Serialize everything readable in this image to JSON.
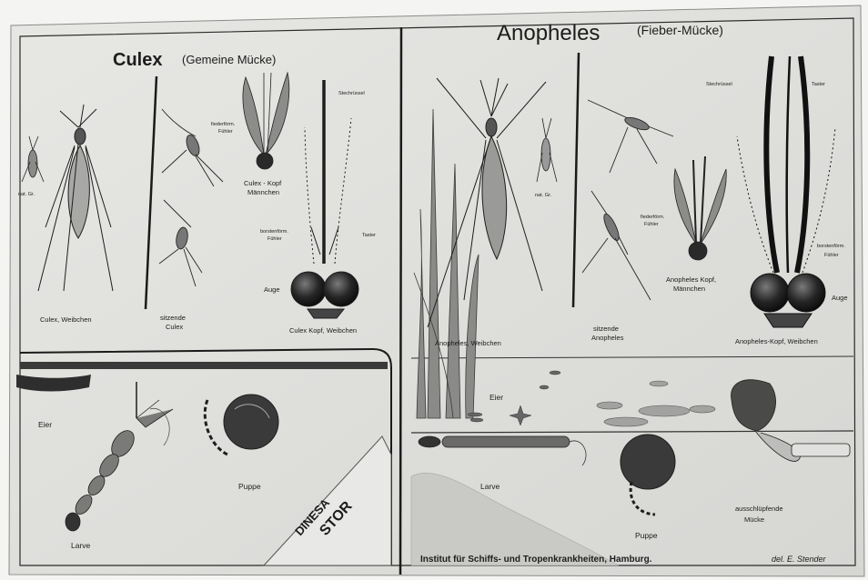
{
  "left_panel": {
    "title_main": "Culex",
    "title_sub": "(Gemeine Mücke)",
    "labels": {
      "nat_gr": "nat. Gr.",
      "female": "Culex, Weibchen",
      "sitting_1": "sitzende",
      "sitting_2": "Culex",
      "head_male_1": "Culex - Kopf",
      "head_male_2": "Männchen",
      "fiederform_1": "fiederförm.",
      "fiederform_2": "Fühler",
      "proboscis": "Stechrüssel",
      "bristle_1": "borstenförm.",
      "bristle_2": "Fühler",
      "palp": "Taster",
      "eye": "Auge",
      "head_female": "Culex Kopf, Weibchen",
      "eggs": "Eier",
      "larva": "Larve",
      "pupa": "Puppe"
    },
    "tin_text_1": "DINESA",
    "tin_text_2": "STOR"
  },
  "right_panel": {
    "title_main": "Anopheles",
    "title_sub": "(Fieber-Mücke)",
    "labels": {
      "proboscis": "Stechrüssel",
      "palp": "Taster",
      "nat_gr": "nat. Gr.",
      "fiederform_1": "fiederförm.",
      "fiederform_2": "Fühler",
      "head_male_1": "Anopheles Kopf,",
      "head_male_2": "Männchen",
      "bristle_1": "borstenförm.",
      "bristle_2": "Fühler",
      "eye": "Auge",
      "female": "Anopheles, Weibchen",
      "sitting_1": "sitzende",
      "sitting_2": "Anopheles",
      "head_female": "Anopheles-Kopf, Weibchen",
      "eggs": "Eier",
      "larva": "Larve",
      "pupa": "Puppe",
      "hatching_1": "ausschlüpfende",
      "hatching_2": "Mücke"
    }
  },
  "footer": {
    "institute": "Institut für Schiffs- und Tropenkrankheiten, Hamburg.",
    "signature": "del. E. Stender"
  }
}
